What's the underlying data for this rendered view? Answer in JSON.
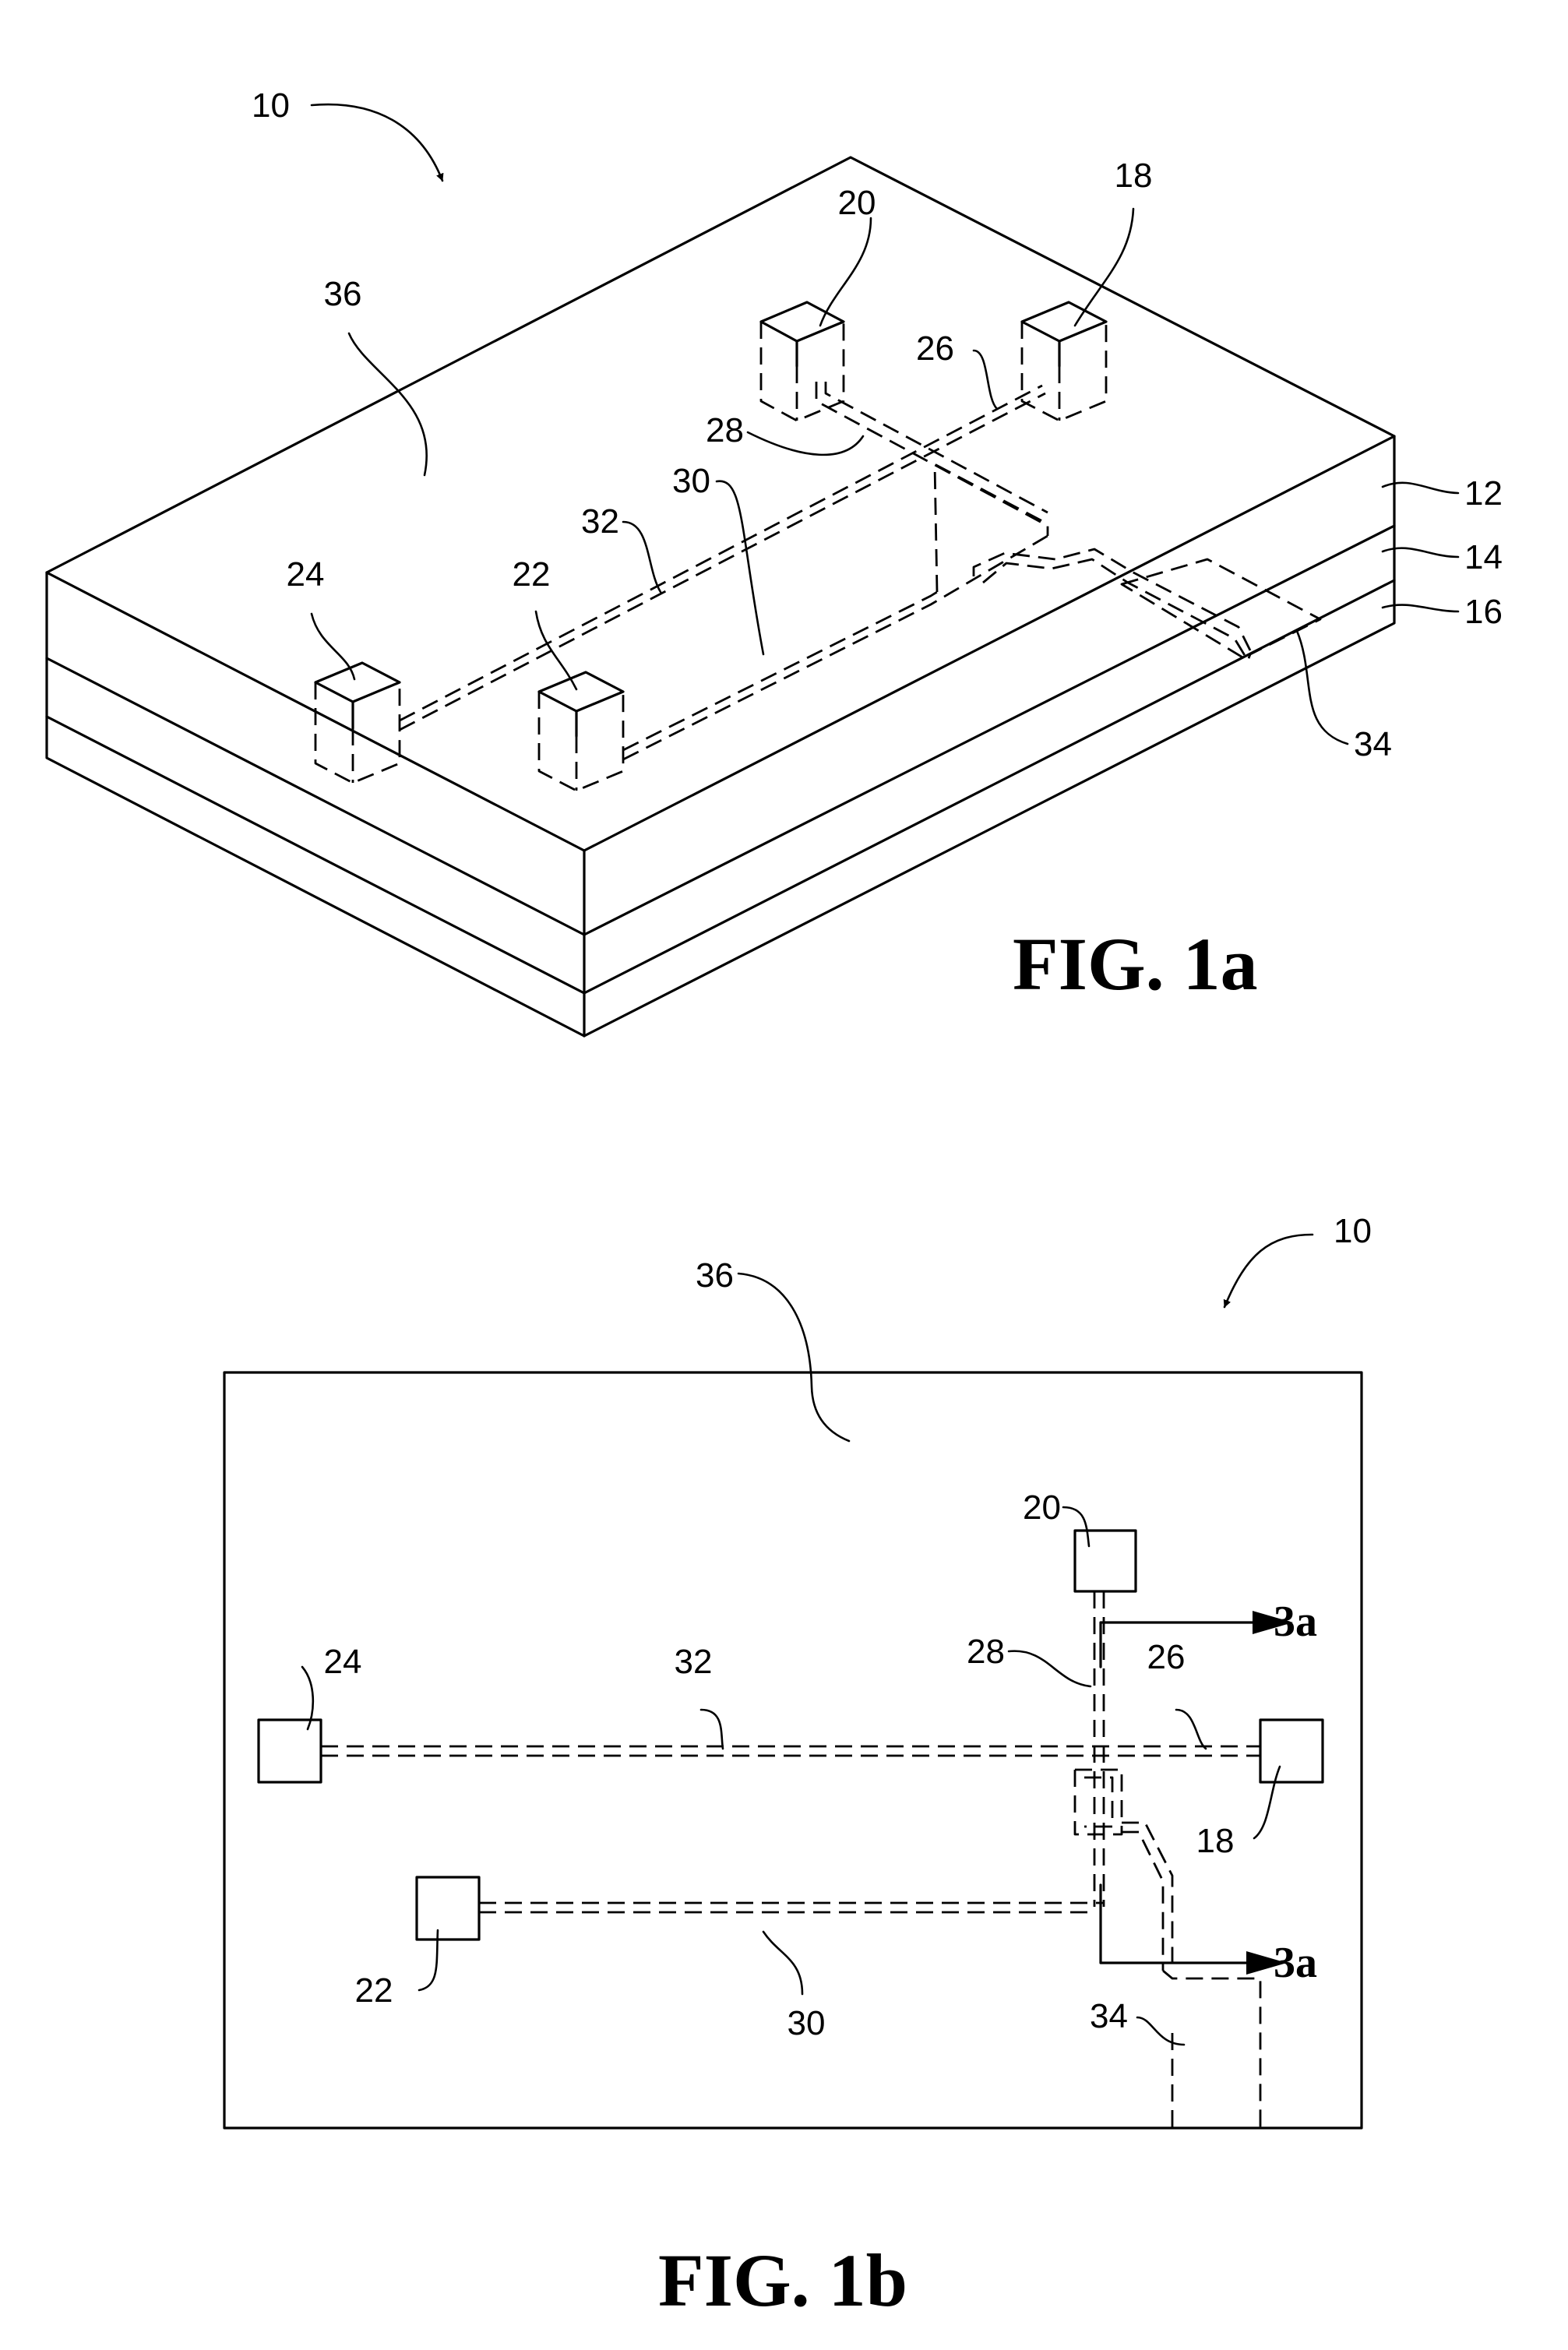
{
  "fig1a": {
    "caption": "FIG. 1a",
    "labels": {
      "device": "10",
      "surface": "36",
      "port20": "20",
      "port18": "18",
      "port24": "24",
      "port22": "22",
      "ch26": "26",
      "ch28": "28",
      "ch30": "30",
      "ch32": "32",
      "layer12": "12",
      "layer14": "14",
      "layer16": "16",
      "region34": "34"
    }
  },
  "fig1b": {
    "caption": "FIG. 1b",
    "labels": {
      "device": "10",
      "surface": "36",
      "port20": "20",
      "port24": "24",
      "port18": "18",
      "port22": "22",
      "ch28": "28",
      "ch26": "26",
      "ch32": "32",
      "ch30": "30",
      "region34": "34",
      "section_top": "3a",
      "section_bottom": "3a"
    }
  }
}
